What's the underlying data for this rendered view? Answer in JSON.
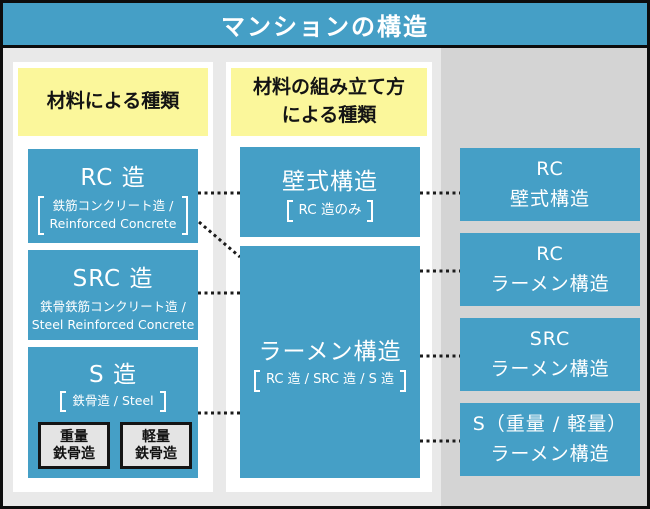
{
  "title": "マンションの構造",
  "colors": {
    "accent_blue": "#459fc6",
    "header_yellow": "#fbf79b",
    "page_bg": "#e9e9e9",
    "right_section_bg": "#d4d4d4",
    "line_black": "#1b1b1b"
  },
  "left_column": {
    "header": "材料による種類",
    "boxes": [
      {
        "title": "RC 造",
        "sub_lines": [
          "鉄筋コンクリート造 /",
          "Reinforced Concrete"
        ]
      },
      {
        "title": "SRC 造",
        "sub_lines": [
          "鉄骨鉄筋コンクリート造 /",
          "Steel Reinforced Concrete"
        ]
      },
      {
        "title": "S 造",
        "sub_lines": [
          "鉄骨造 / Steel"
        ],
        "children": [
          {
            "lines": [
              "重量",
              "鉄骨造"
            ]
          },
          {
            "lines": [
              "軽量",
              "鉄骨造"
            ]
          }
        ]
      }
    ]
  },
  "middle_column": {
    "header_lines": [
      "材料の組み立て方",
      "による種類"
    ],
    "boxes": [
      {
        "title": "壁式構造",
        "sub_lines": [
          "RC 造のみ"
        ]
      },
      {
        "title": "ラーメン構造",
        "sub_lines": [
          "RC 造 / SRC 造 / S 造"
        ]
      }
    ]
  },
  "right_column": {
    "boxes": [
      {
        "lines": [
          "RC",
          "壁式構造"
        ]
      },
      {
        "lines": [
          "RC",
          "ラーメン構造"
        ]
      },
      {
        "lines": [
          "SRC",
          "ラーメン構造"
        ]
      },
      {
        "lines": [
          "S（重量 / 軽量）",
          "ラーメン構造"
        ]
      }
    ]
  }
}
